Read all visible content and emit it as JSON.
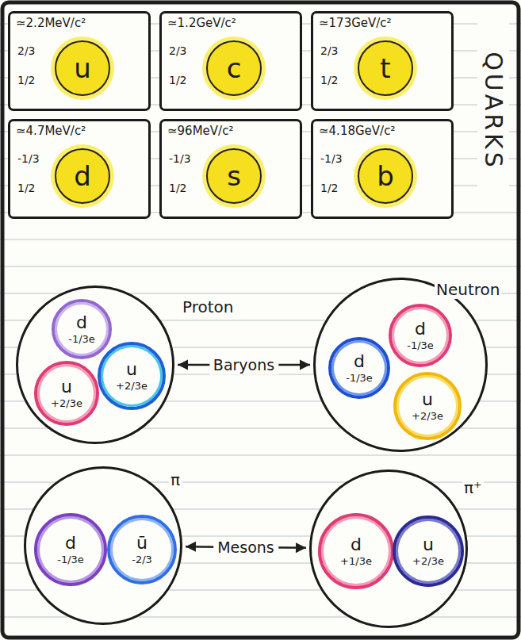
{
  "diagram": {
    "title": "QUARKS",
    "nodes": [
      {
        "text": [
          "≃2.2MeV/c²",
          "2/3",
          "1/2"
        ]
      },
      {
        "text": [
          "u"
        ],
        "in": 0
      },
      {
        "text": [
          "≃1.2GeV/c²",
          "2/3",
          "1/2"
        ]
      },
      {
        "text": [
          "c"
        ],
        "in": 2
      },
      {
        "text": [
          "≃173GeV/c²",
          "2/3",
          "1/2"
        ]
      },
      {
        "text": [
          "t"
        ],
        "in": 4
      },
      {
        "text": [
          "≃4.7MeV/c²",
          "-1/3",
          "1/2"
        ]
      },
      {
        "text": [
          "d"
        ],
        "in": 6
      },
      {
        "text": [
          "≃96MeV/c²",
          "-1/3",
          "1/2"
        ]
      },
      {
        "text": [
          "s"
        ],
        "in": 8
      },
      {
        "text": [
          "≃4.18GeV/c²",
          "-1/3",
          "1/2"
        ]
      },
      {
        "text": [
          "b"
        ],
        "in": 10
      },
      {
        "text": [
          "Proton"
        ]
      },
      {
        "text": [
          "d",
          "-1/3e"
        ],
        "in": 12
      },
      {
        "text": [
          "u",
          "+2/3e"
        ],
        "in": 12
      },
      {
        "text": [
          "u",
          "+2/3e"
        ],
        "in": 12
      },
      {
        "text": [
          "Neutron"
        ]
      },
      {
        "text": [
          "d",
          "-1/3e"
        ],
        "in": 16
      },
      {
        "text": [
          "d",
          "-1/3e"
        ],
        "in": 16
      },
      {
        "text": [
          "u",
          "+2/3e"
        ],
        "in": 16
      },
      {
        "text": [
          "π"
        ]
      },
      {
        "text": [
          "d",
          "-1/3e"
        ],
        "in": 20
      },
      {
        "text": [
          "ū",
          "-2/3"
        ],
        "in": 20
      },
      {
        "text": [
          "π⁺"
        ]
      },
      {
        "text": [
          "d",
          "+1/3e"
        ],
        "in": 23
      },
      {
        "text": [
          "u",
          "+2/3e"
        ],
        "in": 23
      }
    ],
    "edges": [
      {
        "from": 12,
        "to": 16,
        "label": "Baryons",
        "arrow": "both"
      },
      {
        "from": 20,
        "to": 23,
        "label": "Mesons",
        "arrow": "both"
      }
    ]
  }
}
